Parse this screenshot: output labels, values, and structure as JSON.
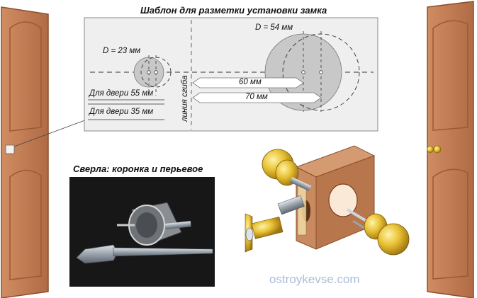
{
  "template": {
    "title": "Шаблон для разметки установки замка",
    "small_hole_label": "D = 23 мм",
    "large_hole_label": "D = 54 мм",
    "bend_line_label": "линия сгиба",
    "door_55_label": "Для двери 55 мм",
    "door_35_label": "Для двери 35 мм",
    "backset_60_label": "60 мм",
    "backset_70_label": "70 мм"
  },
  "drills": {
    "title": "Сверла: коронка и перьевое"
  },
  "watermark": "ostroykevse.com",
  "colors": {
    "door": "#c8825a",
    "door_dark": "#a3613c",
    "template_bg": "#efefef",
    "hole_fill": "#c8c8c8",
    "brass": "#e2b82c",
    "photo_bg": "#111111"
  }
}
